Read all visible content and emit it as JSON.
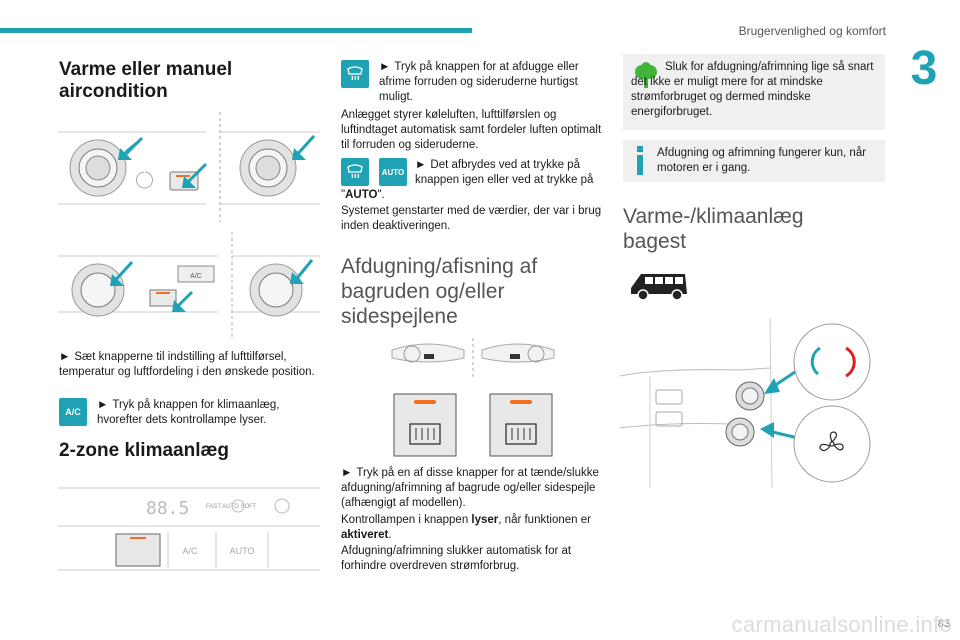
{
  "header": {
    "section": "Brugervenlighed og komfort",
    "chapter": "3"
  },
  "col1": {
    "title": "Varme eller manuel aircondition",
    "p1": "Sæt knapperne til indstilling af lufttilførsel, temperatur og luftfordeling i den ønskede position.",
    "ac_label": "A/C",
    "p2": "Tryk på knappen for klimaanlæg, hvorefter dets kontrollampe lyser.",
    "title2": "2-zone klimaanlæg",
    "panel_display": "88.5",
    "panel_modes": "FAST AUTO SOFT",
    "panel_btn_ac": "A/C",
    "panel_btn_auto": "AUTO",
    "top_panel_ac": "A/C"
  },
  "col2": {
    "p1_arrow": "Tryk på knappen for at afdugge eller afrime forruden og sideruderne hurtigst muligt.",
    "p1b": "Anlægget styrer køleluften, lufttilførslen og luftindtaget automatisk samt fordeler luften optimalt til forruden og sideruderne.",
    "auto_label": "AUTO",
    "p2": "Det afbrydes ved at trykke på knappen igen eller ved at trykke på",
    "p2_bold": "AUTO",
    "p3": "Systemet genstarter med de værdier, der var i brug inden deaktiveringen.",
    "title": "Afdugning/afisning af bagruden og/eller sidespejlene",
    "p4": "Tryk på en af disse knapper for at tænde/slukke afdugning/afrimning af bagrude og/eller sidespejle (afhængigt af modellen).",
    "p5a": "Kontrollampen i knappen ",
    "p5b": "lyser",
    "p5c": ", når funktionen er ",
    "p5d": "aktiveret",
    "p6": "Afdugning/afrimning slukker automatisk for at forhindre overdreven strømforbrug."
  },
  "col3": {
    "note1": "Sluk for afdugning/afrimning lige så snart det ikke er muligt mere for at mindske strømforbruget og dermed mindske energiforbruget.",
    "note2": "Afdugning og afrimning fungerer kun, når motoren er i gang.",
    "title": "Varme-/klimaanlæg bagest"
  },
  "footer": {
    "page": "83",
    "watermark": "carmanualsonline.info"
  },
  "colors": {
    "accent": "#1fa3b4",
    "note_bg": "#f0f0f0",
    "green": "#44b33b"
  }
}
